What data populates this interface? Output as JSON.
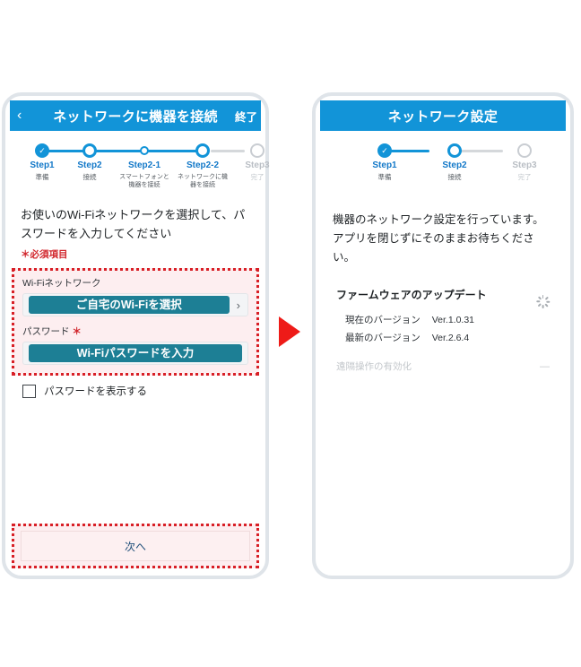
{
  "left_phone": {
    "appbar": {
      "back_icon": "chevron-left-icon",
      "back_label": "‹",
      "title": "ネットワークに機器を接続",
      "action_label": "終了"
    },
    "stepper": {
      "steps": [
        {
          "name": "Step1",
          "sub": "準備",
          "state": "done"
        },
        {
          "name": "Step2",
          "sub": "接続",
          "state": "current"
        },
        {
          "name": "Step2-1",
          "sub": "スマートフォンと機器を接続",
          "state": "sub"
        },
        {
          "name": "Step2-2",
          "sub": "ネットワークに機器を接続",
          "state": "sub-current"
        },
        {
          "name": "Step3",
          "sub": "完了",
          "state": "future"
        }
      ]
    },
    "instruction": "お使いのWi-Fiネットワークを選択して、パスワードを入力してください",
    "required_note": "＊必須項目",
    "wifi_field": {
      "label": "Wi-Fiネットワーク",
      "value": "ご自宅のWi-Fiを選択",
      "chevron": "›"
    },
    "password_field": {
      "label": "パスワード",
      "required_mark": "＊",
      "value": "Wi-Fiパスワードを入力"
    },
    "show_password": {
      "label": "パスワードを表示する",
      "checked": false
    },
    "next_button": {
      "label": "次へ"
    }
  },
  "right_phone": {
    "appbar": {
      "title": "ネットワーク設定"
    },
    "stepper": {
      "steps": [
        {
          "name": "Step1",
          "sub": "準備",
          "state": "done"
        },
        {
          "name": "Step2",
          "sub": "接続",
          "state": "current"
        },
        {
          "name": "Step3",
          "sub": "完了",
          "state": "future"
        }
      ]
    },
    "info_line1": "機器のネットワーク設定を行っています。",
    "info_line2": "アプリを閉じずにそのままお待ちください。",
    "firmware": {
      "title": "ファームウェアのアップデート",
      "spinner_icon": "loading-spinner-icon",
      "rows": [
        {
          "label": "現在のバージョン",
          "value": "Ver.1.0.31"
        },
        {
          "label": "最新のバージョン",
          "value": "Ver.2.6.4"
        }
      ]
    },
    "remote": {
      "label": "遠隔操作の有効化",
      "value": "—"
    }
  },
  "flow_arrow": {
    "icon": "right-arrow-icon",
    "color": "#ee1b18"
  },
  "colors": {
    "appbar_blue": "#1294d8",
    "step_blue": "#1278c8",
    "highlight_red": "#d81f26",
    "highlight_fill": "#fdeef0",
    "field_teal": "#1d7f95"
  }
}
